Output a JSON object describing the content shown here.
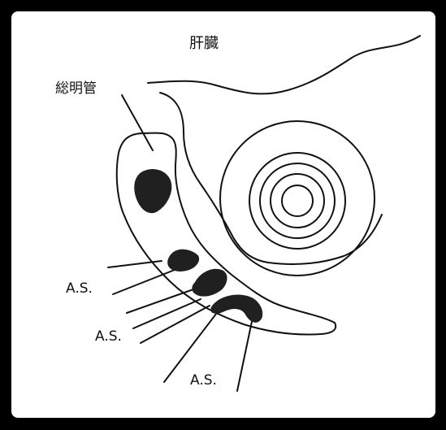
{
  "labels": {
    "liver": "肝臓",
    "common_duct": "総明管",
    "as_1": "A.S.",
    "as_2": "A.S.",
    "as_3": "A.S."
  },
  "colors": {
    "line": "#111111",
    "fill_dark": "#202020",
    "background": "#ffffff",
    "border": "#000000"
  }
}
